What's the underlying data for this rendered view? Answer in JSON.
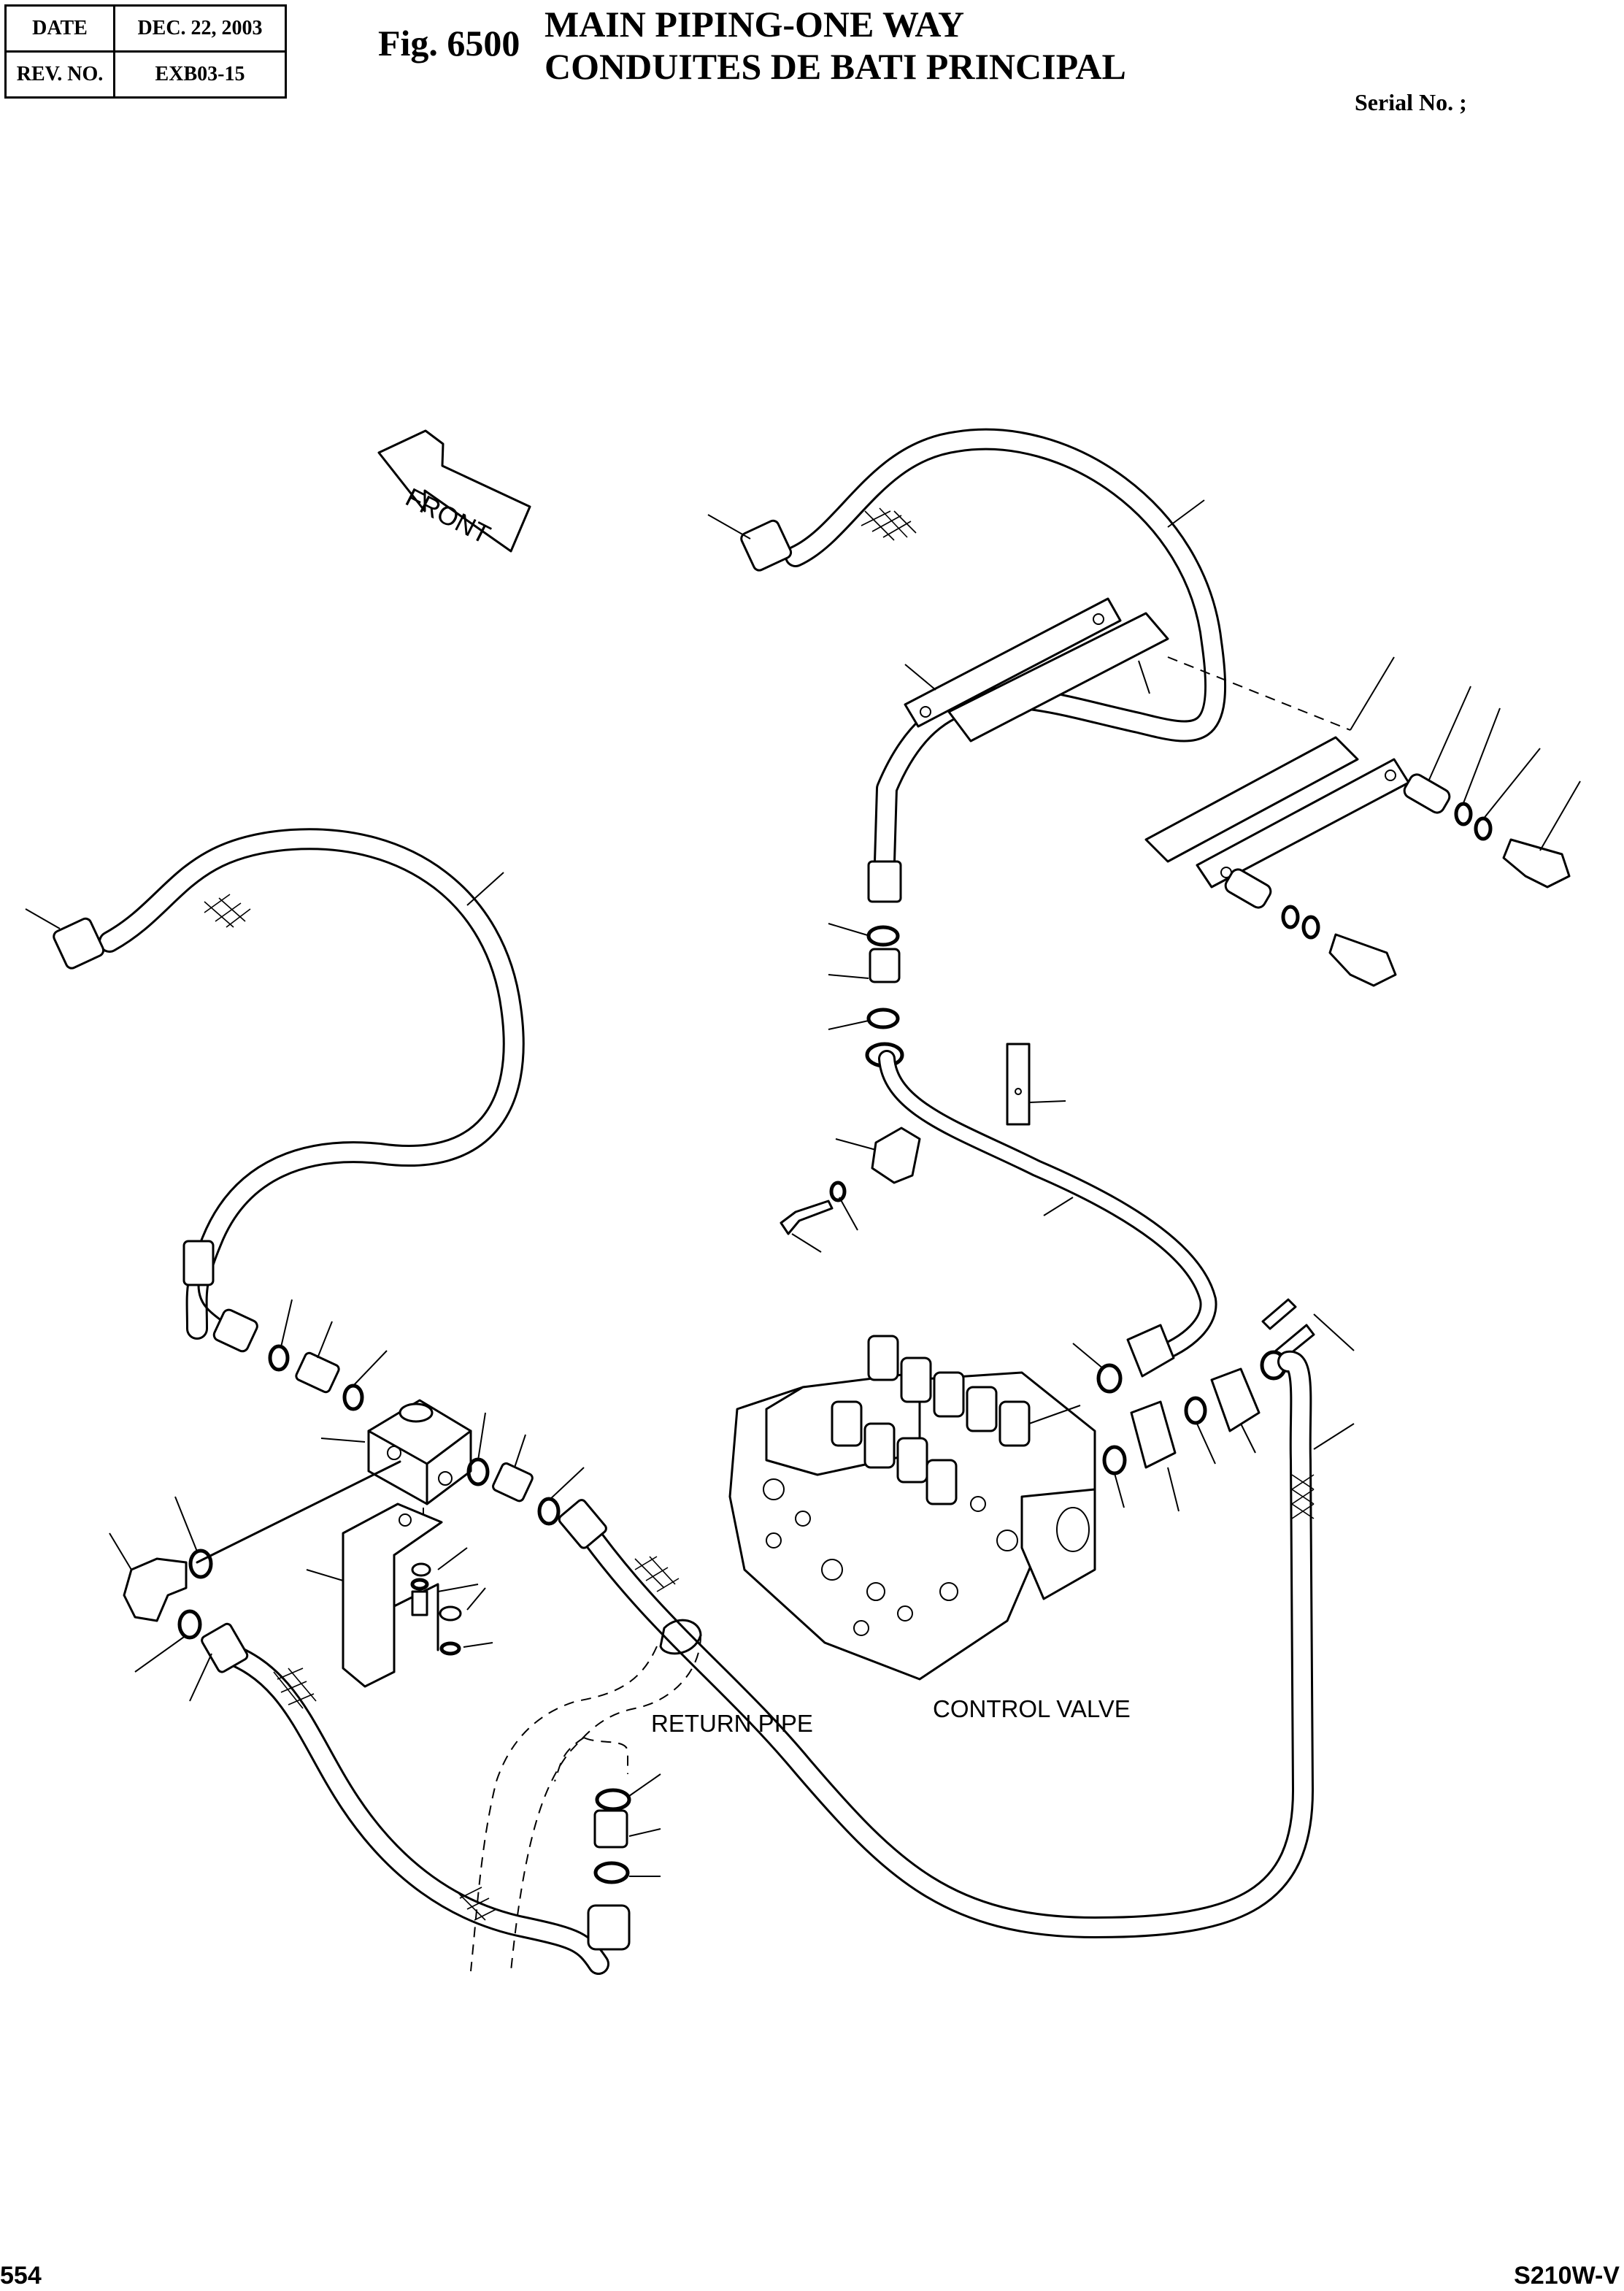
{
  "header": {
    "date_label": "DATE",
    "date_value": "DEC. 22, 2003",
    "rev_label": "REV. NO.",
    "rev_value": "EXB03-15"
  },
  "figure": {
    "number": "Fig. 6500",
    "title_en": "MAIN PIPING-ONE WAY",
    "title_fr": "CONDUITES DE BATI PRINCIPAL",
    "serial": "Serial No. ;"
  },
  "labels": {
    "front": "FRONT",
    "control_valve": "CONTROL VALVE",
    "return_pipe": "RETURN PIPE"
  },
  "footer": {
    "page": "554",
    "model": "S210W-V"
  }
}
